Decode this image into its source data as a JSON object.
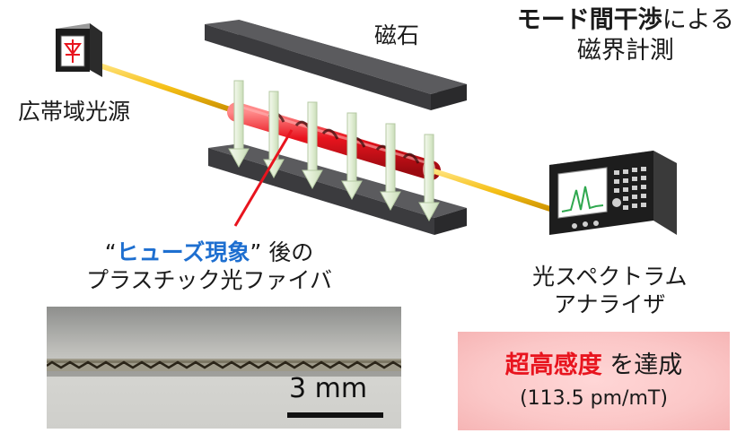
{
  "title": {
    "strong": "モード間干渉",
    "rest": "による",
    "line2": "磁界計測"
  },
  "magnet_label": "磁石",
  "source_label": "広帯域光源",
  "fiber_label": {
    "open_quote": "“",
    "fuse": "ヒューズ現象",
    "close_rest": "” 後の",
    "line2": "プラスチック光ファイバ"
  },
  "analyzer_label": {
    "line1": "光スペクトラム",
    "line2": "アナライザ"
  },
  "result": {
    "highlight": "超高感度",
    "rest": " を達成",
    "value": "(113.5 pm/mT)"
  },
  "scale_bar": "3 mm",
  "colors": {
    "accent_red": "#e8141e",
    "fiber": "#f5bf16",
    "fuse_blue": "#1e6fd0",
    "magnet": "#4a4a4d",
    "arrow": "#e6f2da"
  },
  "icons": [
    "light-source-icon",
    "spectrum-analyzer-icon",
    "magnetic-field-arrow-icon"
  ]
}
